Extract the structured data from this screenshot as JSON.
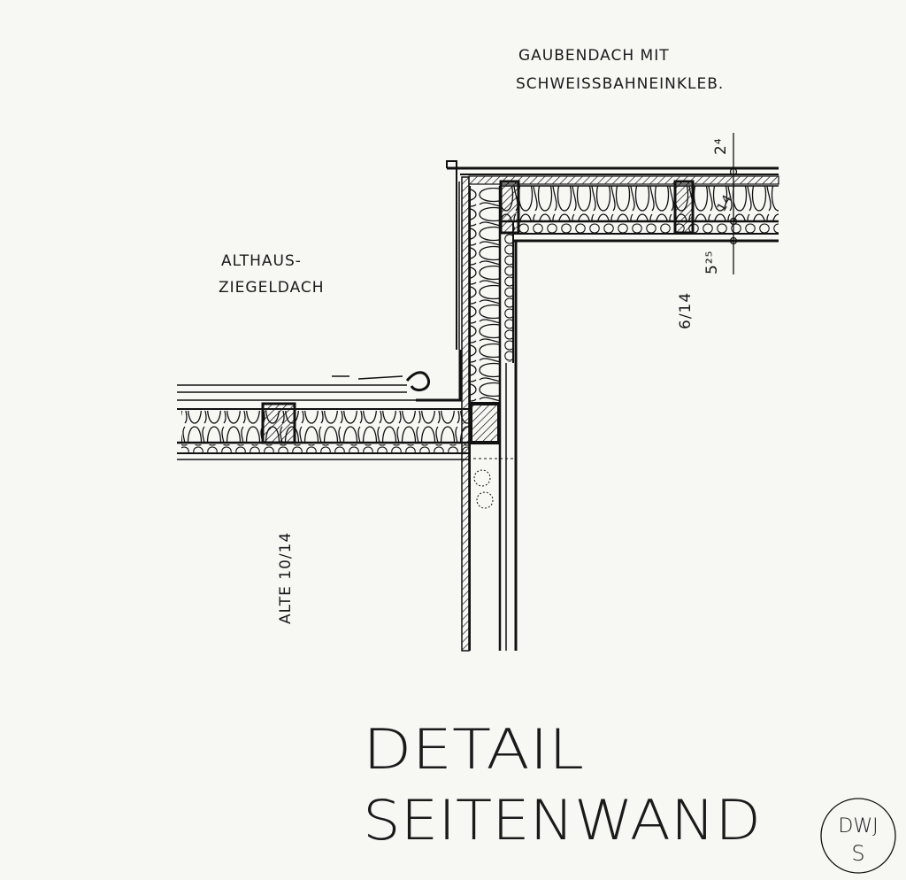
{
  "labels": {
    "dormer_roof_line1": "GAUBENDACH MIT",
    "dormer_roof_line2": "SCHWEISSBAHNEINKLEB.",
    "old_roof_line1": "ALTHAUS-",
    "old_roof_line2": "ZIEGELDACH",
    "old_rafter": "ALTE  10/14",
    "new_rafter": "6/14"
  },
  "dimensions": {
    "top": "2⁴",
    "middle": "14",
    "bottom": "5²⁵"
  },
  "title": {
    "line1": "DETAIL",
    "line2": "SEITENWAND"
  },
  "stamp": {
    "line1": "DWJ",
    "line2": "S"
  },
  "colors": {
    "ink": "#111111",
    "paper": "#f7f7f4"
  }
}
